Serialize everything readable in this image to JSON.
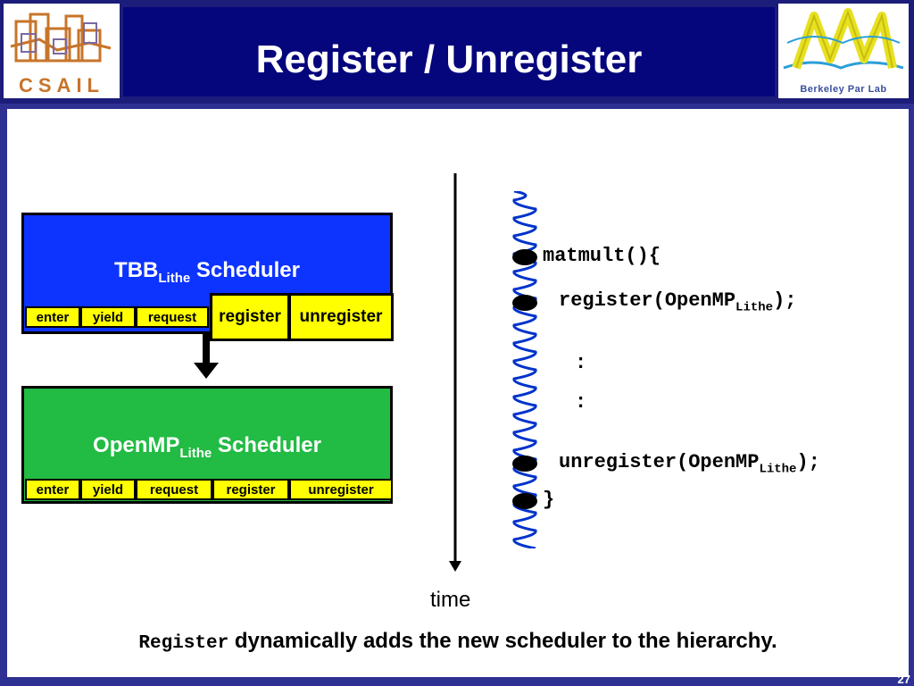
{
  "title": "Register / Unregister",
  "logos": {
    "left_text": "CSAIL",
    "right_text": "Berkeley Par Lab"
  },
  "page_number": "27",
  "tbb": {
    "name": "TBB",
    "sub": "Lithe",
    "suffix": " Scheduler",
    "buttons": [
      "enter",
      "yield",
      "request",
      "register",
      "unregister"
    ]
  },
  "openmp": {
    "name": "OpenMP",
    "sub": "Lithe",
    "suffix": " Scheduler",
    "buttons": [
      "enter",
      "yield",
      "request",
      "register",
      "unregister"
    ]
  },
  "code": {
    "line1": "matmult(){",
    "line2_pre": "register(OpenMP",
    "line2_sub": "Lithe",
    "line2_post": ");",
    "line3": ":",
    "line4": ":",
    "line5_pre": "unregister(OpenMP",
    "line5_sub": "Lithe",
    "line5_post": ");",
    "line6": "}"
  },
  "time_label": "time",
  "caption": {
    "mono": "Register",
    "text": " dynamically adds the new scheduler to the hierarchy."
  },
  "colors": {
    "tbb": "#0d33ff",
    "openmp": "#22bb44",
    "button": "#ffff00",
    "wave": "#0033cc"
  }
}
